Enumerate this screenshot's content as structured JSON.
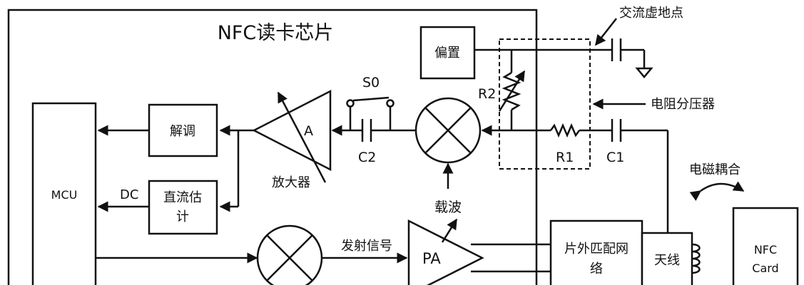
{
  "diagram": {
    "chip_title": "NFC读卡芯片",
    "labels": {
      "ac_ground": "交流虚地点",
      "bias": "偏置",
      "s0": "S0",
      "r2": "R2",
      "resistor_divider": "电阻分压器",
      "demod": "解调",
      "amp_a": "A",
      "c2": "C2",
      "r1": "R1",
      "c1": "C1",
      "amplifier": "放大器",
      "mcu": "MCU",
      "dc": "DC",
      "dc_est_line1": "直流估",
      "dc_est_line2": "计",
      "carrier": "载波",
      "em_coupling": "电磁耦合",
      "tx_signal": "发射信号",
      "pa": "PA",
      "match_line1": "片外匹配网",
      "match_line2": "络",
      "antenna": "天线",
      "card_line1": "NFC",
      "card_line2": "Card"
    }
  }
}
